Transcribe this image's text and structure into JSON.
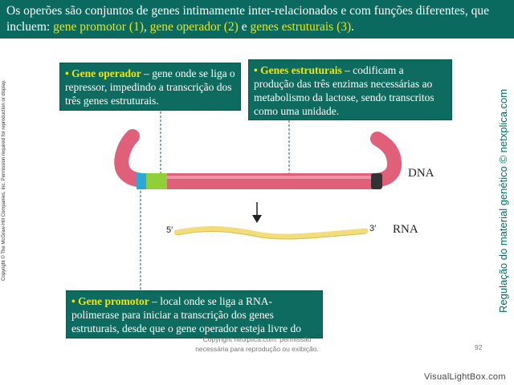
{
  "header": {
    "prefix": "Os operões são conjuntos de genes intimamente inter-relacionados e com funções diferentes, que incluem: ",
    "g1": "gene promotor (1)",
    "sep1": ", ",
    "g2": "gene operador (2)",
    "sep2": " e ",
    "g3": "genes estruturais (3)",
    "end": "."
  },
  "boxes": {
    "operador": {
      "bullet": "• Gene operador",
      "text": " – gene onde se liga o repressor, impedindo a transcrição dos três genes estruturais."
    },
    "estruturais": {
      "bullet": "• Genes estruturais",
      "text": " – codificam a produção das três enzimas necessárias ao metabolismo da lactose, sendo transcritos como uma unidade."
    },
    "promotor": {
      "bullet": "• Gene promotor",
      "text": " – local onde se liga a RNA-polimerase para iniciar a transcrição dos genes estruturais, desde que o gene operador esteja livre do repressor."
    }
  },
  "diagram": {
    "dna_label": "DNA",
    "rna_label": "RNA",
    "five_prime": "5′",
    "three_prime": "3′"
  },
  "colors": {
    "dna": "#e0607a",
    "promoter": "#2aa8d8",
    "operator": "#8fcf3a",
    "end_cap": "#333333",
    "rna": "#f3dc7a",
    "header_bg": "#0b6a5f",
    "highlight": "#f2e600"
  },
  "side_left": "Copyright © The McGraw-Hill Companies, Inc. Permission required for reproduction or display.",
  "side_right": "Regulação do material genético © netxplica.com",
  "footer": {
    "line1": "Copyright netxplica.com: permissão",
    "line2": "necessária para reprodução ou exibição.",
    "page": "92"
  },
  "watermark": "VisualLightBox.com"
}
